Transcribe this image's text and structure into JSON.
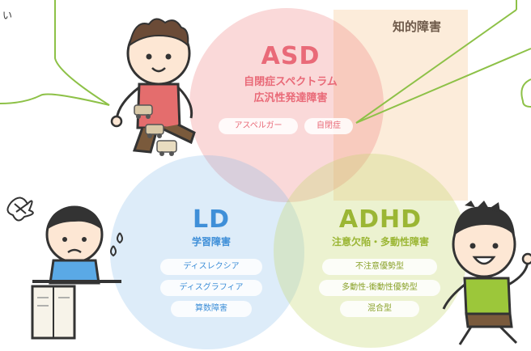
{
  "asd": {
    "title": "ASD",
    "subtitle1": "自閉症スペクトラム",
    "subtitle2": "広汎性発達障害",
    "tags": [
      "アスペルガー",
      "自閉症"
    ],
    "color": "#e96a78"
  },
  "intellectual": {
    "label": "知的障害",
    "color": "#6e5a4a"
  },
  "ld": {
    "title": "LD",
    "subtitle": "学習障害",
    "tags": [
      "ディスレクシア",
      "ディスグラフィア",
      "算数障害"
    ],
    "color": "#3f8fd8"
  },
  "adhd": {
    "title": "ADHD",
    "subtitle": "注意欠陥・多動性障害",
    "tags": [
      "不注意優勢型",
      "多動性-衝動性優勢型",
      "混合型"
    ],
    "color": "#9bb634"
  },
  "speech_bubble_left": {
    "text": "い"
  },
  "icons": [
    "sitting-boy-illustration",
    "toy-cars-illustration",
    "studying-boy-illustration",
    "running-boy-illustration"
  ]
}
